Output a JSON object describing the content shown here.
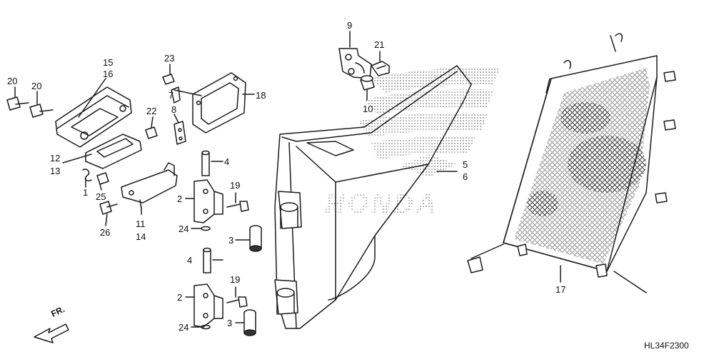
{
  "diagram": {
    "code": "HL34F2300",
    "direction_label": "FR.",
    "watermark": "HONDA",
    "callouts": [
      {
        "id": "c20a",
        "number": "20"
      },
      {
        "id": "c20b",
        "number": "20"
      },
      {
        "id": "c15",
        "number": "15"
      },
      {
        "id": "c16",
        "number": "16"
      },
      {
        "id": "c23",
        "number": "23"
      },
      {
        "id": "c7",
        "number": "7"
      },
      {
        "id": "c18",
        "number": "18"
      },
      {
        "id": "c8",
        "number": "8"
      },
      {
        "id": "c22",
        "number": "22"
      },
      {
        "id": "c12",
        "number": "12"
      },
      {
        "id": "c13",
        "number": "13"
      },
      {
        "id": "c1",
        "number": "1"
      },
      {
        "id": "c25",
        "number": "25"
      },
      {
        "id": "c26",
        "number": "26"
      },
      {
        "id": "c11",
        "number": "11"
      },
      {
        "id": "c14",
        "number": "14"
      },
      {
        "id": "c4a",
        "number": "4"
      },
      {
        "id": "c2a",
        "number": "2"
      },
      {
        "id": "c19a",
        "number": "19"
      },
      {
        "id": "c24a",
        "number": "24"
      },
      {
        "id": "c3a",
        "number": "3"
      },
      {
        "id": "c4b",
        "number": "4"
      },
      {
        "id": "c2b",
        "number": "2"
      },
      {
        "id": "c19b",
        "number": "19"
      },
      {
        "id": "c24b",
        "number": "24"
      },
      {
        "id": "c3b",
        "number": "3"
      },
      {
        "id": "c9",
        "number": "9"
      },
      {
        "id": "c21",
        "number": "21"
      },
      {
        "id": "c10",
        "number": "10"
      },
      {
        "id": "c5",
        "number": "5"
      },
      {
        "id": "c6",
        "number": "6"
      },
      {
        "id": "c17",
        "number": "17"
      }
    ]
  }
}
